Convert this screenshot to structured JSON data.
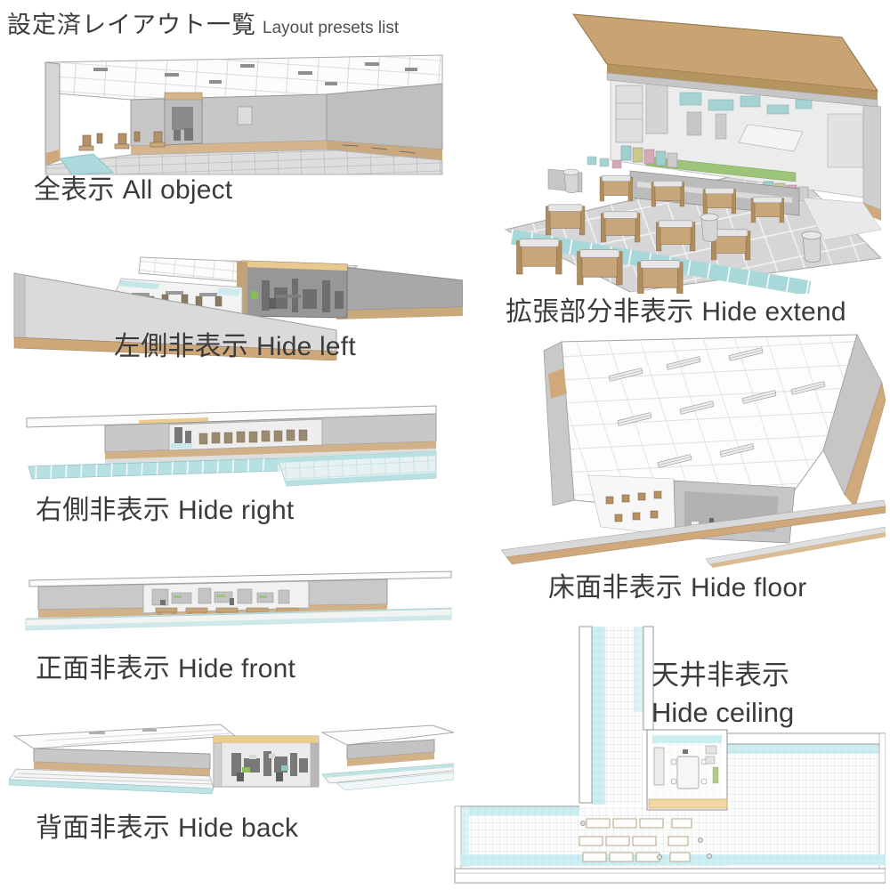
{
  "page": {
    "title_jp": "設定済レイアウト一覧",
    "title_en": "Layout presets list"
  },
  "colors": {
    "background": "#ffffff",
    "text": "#3b3b3b",
    "wall_gray": "#c8c8c8",
    "wall_shadow_gray": "#a8a8a8",
    "wainscot_tan": "#d2b188",
    "roof_tan": "#c9a472",
    "ceiling_cut_yellow": "#eccb90",
    "floor_gray": "#d9d9d9",
    "floor_cyan": "#b7e0e3",
    "plan_cyan": "#cdeef2",
    "counter_green": "#9cc47a",
    "plan_counter_yellow": "#f2d9a2",
    "bench_wood": "#c9a679"
  },
  "presets": [
    {
      "id": "all-object",
      "label_jp": "全表示",
      "label_en": "All object"
    },
    {
      "id": "hide-left",
      "label_jp": "左側非表示",
      "label_en": "Hide left"
    },
    {
      "id": "hide-right",
      "label_jp": "右側非表示",
      "label_en": "Hide right"
    },
    {
      "id": "hide-front",
      "label_jp": "正面非表示",
      "label_en": "Hide front"
    },
    {
      "id": "hide-back",
      "label_jp": "背面非表示",
      "label_en": "Hide back"
    },
    {
      "id": "hide-extend",
      "label_jp": "拡張部分非表示",
      "label_en": "Hide extend"
    },
    {
      "id": "hide-floor",
      "label_jp": "床面非表示",
      "label_en": "Hide floor"
    },
    {
      "id": "hide-ceiling",
      "label_jp": "天井非表示",
      "label_en": "Hide ceiling"
    }
  ]
}
